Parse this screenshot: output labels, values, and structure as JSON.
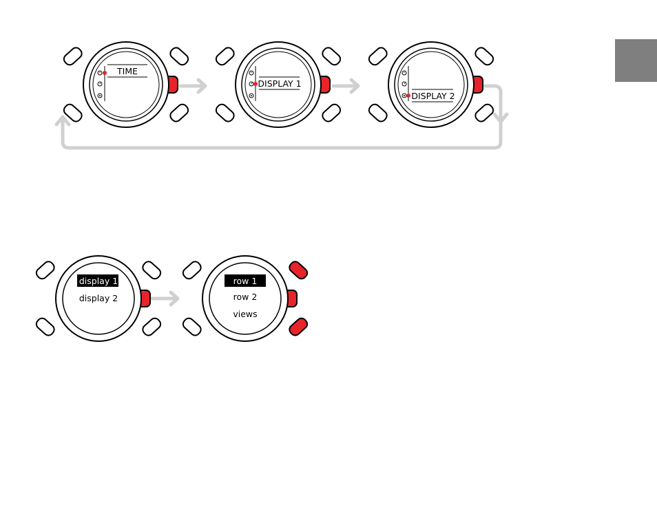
{
  "colors": {
    "outline": "#000000",
    "accent": "#e8242b",
    "flow": "#d0d0d0",
    "tab": "#7f7f7f",
    "highlight": "#000000"
  },
  "icons": [
    "clock-icon",
    "stopwatch-icon",
    "compass-icon"
  ],
  "top_sequence": {
    "watch_1": {
      "label": "TIME"
    },
    "watch_2": {
      "label": "DISPLAY 1"
    },
    "watch_3": {
      "label": "DISPLAY 2"
    }
  },
  "bottom_sequence": {
    "watch_1": {
      "items": [
        "display 1",
        "display 2"
      ],
      "selected": 0
    },
    "watch_2": {
      "items": [
        "row 1",
        "row 2",
        "views"
      ],
      "selected": 0
    }
  }
}
